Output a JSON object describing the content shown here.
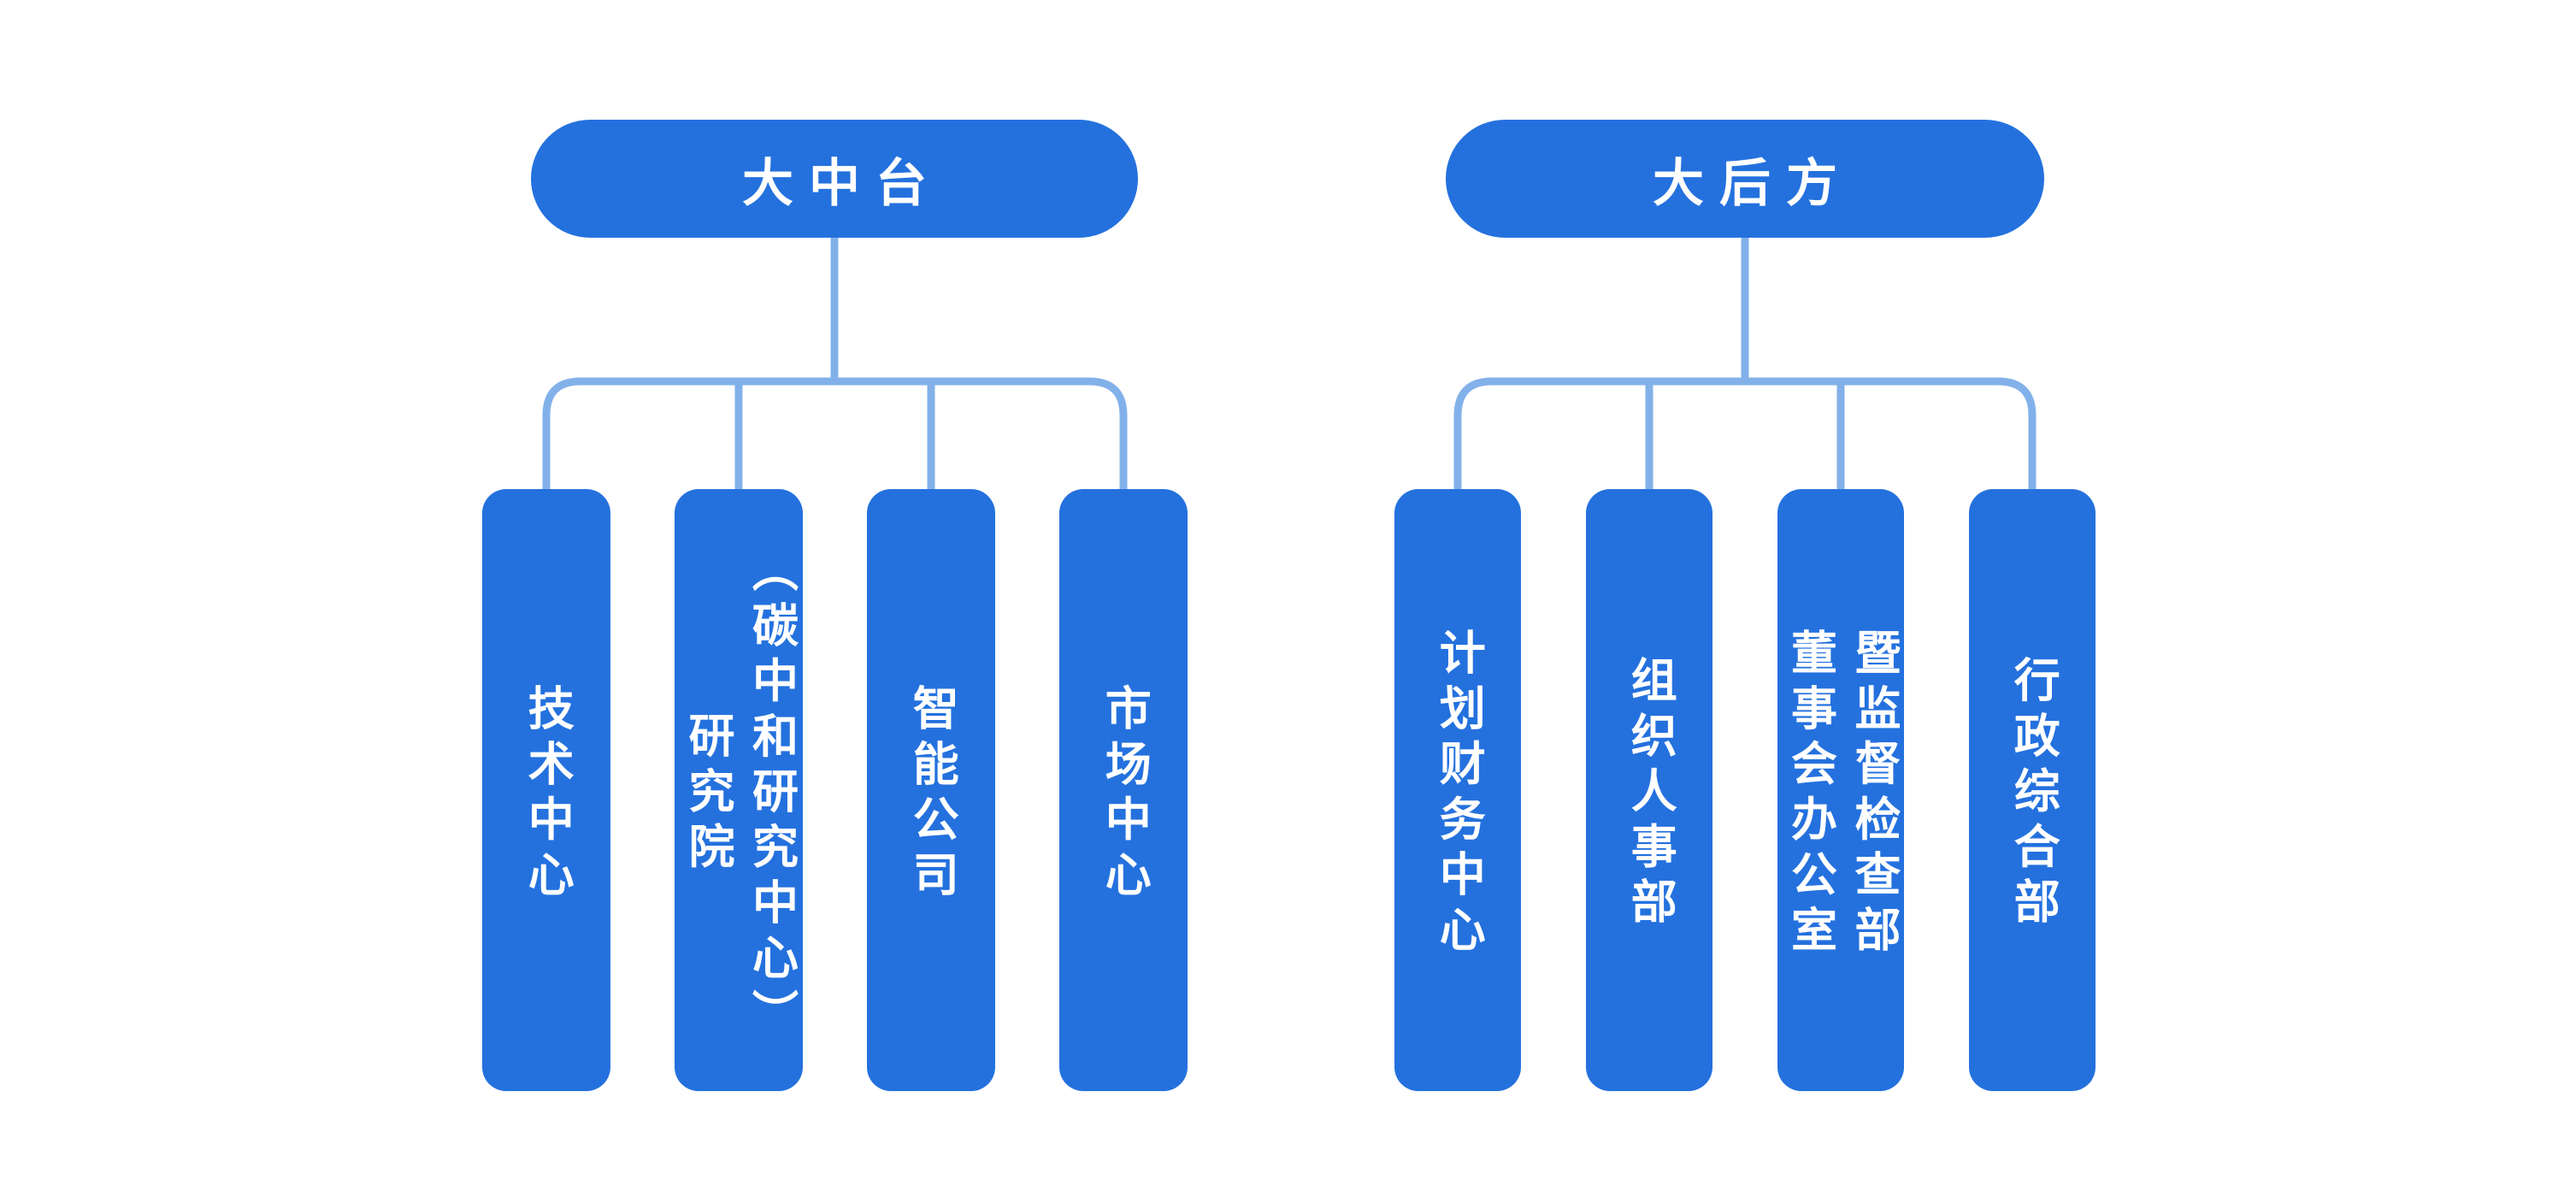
{
  "theme": {
    "background": "#FFFFFF",
    "node-fill": "#2471DE",
    "connector": "#82B1EA",
    "text-color": "#FFFFFF"
  },
  "groups": [
    {
      "root": {
        "label": "大中台"
      },
      "children": [
        {
          "lines": [
            "技术中心"
          ]
        },
        {
          "lines": [
            "研究院",
            "（碳中和研究中心）"
          ]
        },
        {
          "lines": [
            "智能公司"
          ]
        },
        {
          "lines": [
            "市场中心"
          ]
        }
      ]
    },
    {
      "root": {
        "label": "大后方"
      },
      "children": [
        {
          "lines": [
            "计划财务中心"
          ]
        },
        {
          "lines": [
            "组织人事部"
          ]
        },
        {
          "lines": [
            "董事会办公室",
            "暨监督检查部"
          ]
        },
        {
          "lines": [
            "行政综合部"
          ]
        }
      ]
    }
  ]
}
